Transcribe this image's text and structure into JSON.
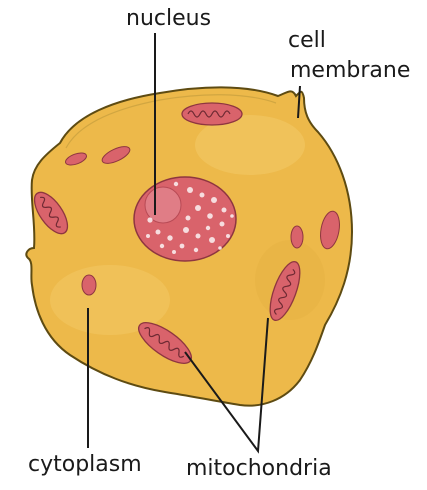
{
  "diagram": {
    "labels": {
      "nucleus": "nucleus",
      "cell_membrane_line1": "cell",
      "cell_membrane_line2": "membrane",
      "cytoplasm": "cytoplasm",
      "mitochondria": "mitochondria"
    },
    "colors": {
      "cytoplasm_fill": "#EDB94A",
      "cytoplasm_highlight": "#F3CC6A",
      "membrane_outline": "#5E4B12",
      "organelle_fill": "#D9636B",
      "organelle_dark": "#B84A55",
      "nucleolus": "#E07D86",
      "chromatin": "#F6DDDF",
      "leader_line": "#1a1a1a"
    }
  }
}
